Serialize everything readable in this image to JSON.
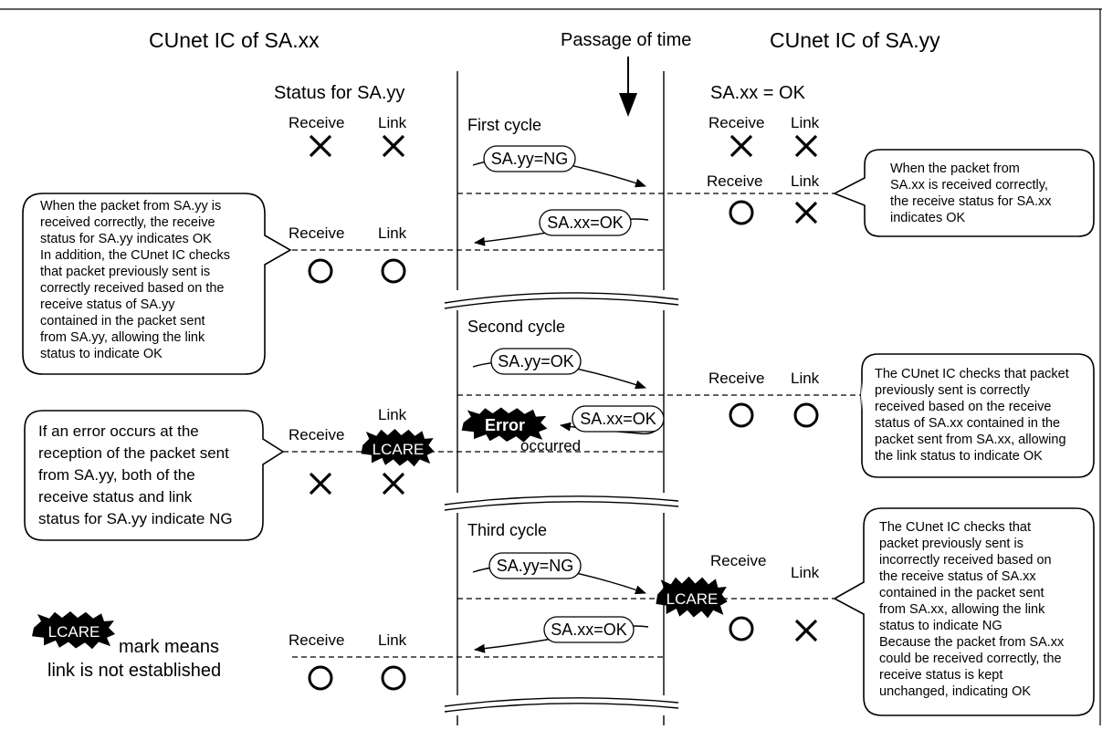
{
  "headers": {
    "left_ic": "CUnet IC of SA.xx",
    "time": "Passage of time",
    "right_ic": "CUnet IC of SA.yy",
    "left_status": "Status for SA.yy",
    "right_status": "SA.xx = OK"
  },
  "labels": {
    "receive": "Receive",
    "link": "Link"
  },
  "cycles": {
    "first": "First cycle",
    "second": "Second cycle",
    "third": "Third cycle"
  },
  "messages": {
    "c1_send": "SA.yy=NG",
    "c1_return": "SA.xx=OK",
    "c2_send": "SA.yy=OK",
    "c2_return": "SA.xx=OK",
    "c3_send": "SA.yy=NG",
    "c3_return": "SA.xx=OK"
  },
  "badges": {
    "lcare": "LCARE",
    "error": "Error",
    "occurred": "occurred"
  },
  "status_marks": {
    "left_initial": {
      "receive": "NG",
      "link": "NG"
    },
    "right_initial": {
      "receive": "NG",
      "link": "NG"
    },
    "right_c1": {
      "receive": "OK",
      "link": "NG"
    },
    "left_c1": {
      "receive": "OK",
      "link": "OK"
    },
    "right_c2": {
      "receive": "OK",
      "link": "OK"
    },
    "left_c2": {
      "receive": "NG",
      "link": "NG"
    },
    "right_c3": {
      "receive": "OK",
      "link": "NG"
    },
    "left_c3": {
      "receive": "OK",
      "link": "OK"
    }
  },
  "notes": {
    "right_top": [
      "When the packet from",
      "SA.xx is received correctly,",
      "the receive status for SA.xx",
      "indicates OK"
    ],
    "left_top": [
      "When the packet from SA.yy is",
      "received correctly, the receive",
      "status for SA.yy indicates OK",
      "In addition, the CUnet IC checks",
      "that packet previously sent is",
      "correctly received based on the",
      "receive status of SA.yy",
      "contained in the packet sent",
      "from SA.yy, allowing the link",
      "status to indicate OK"
    ],
    "right_middle": [
      "The CUnet IC checks that packet",
      "previously sent is correctly",
      "received based on the receive",
      "status of SA.xx contained in the",
      "packet sent from SA.xx, allowing",
      "the link status to indicate OK"
    ],
    "left_middle": [
      "If an error occurs at the",
      "reception of the packet sent",
      "from SA.yy, both of the",
      "receive status and link",
      "status for SA.yy indicate NG"
    ],
    "right_bottom": [
      "The CUnet IC checks that",
      "packet previously sent is",
      "incorrectly received based on",
      "the receive status of SA.xx",
      "contained in the packet sent",
      "from SA.xx, allowing the link",
      "status to indicate NG",
      "Because the packet from SA.xx",
      "could be received correctly, the",
      "receive status is kept",
      "unchanged, indicating OK"
    ]
  },
  "legend": {
    "line1": "mark means",
    "line2": "link is not established"
  }
}
